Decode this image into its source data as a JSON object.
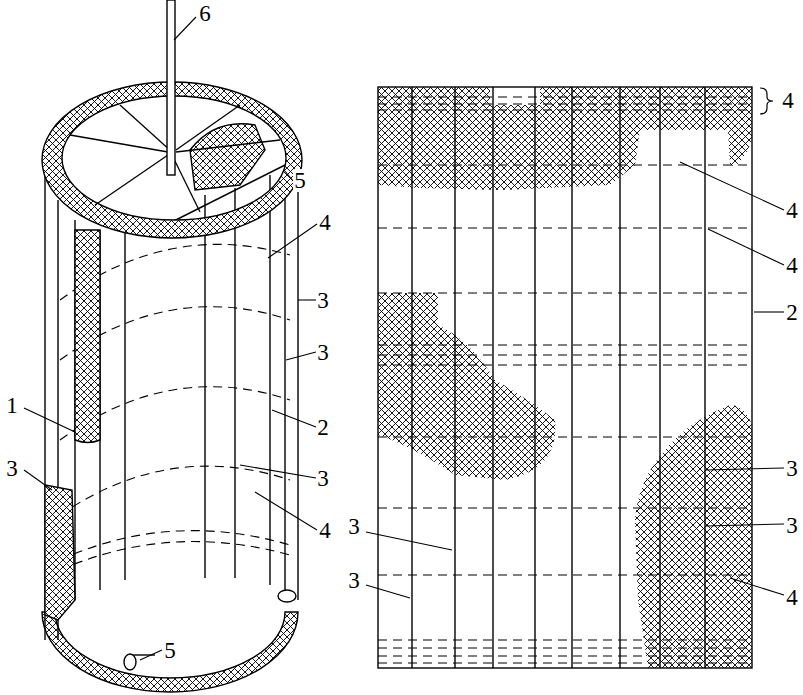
{
  "diagram": {
    "labels": [
      "6",
      "5",
      "4",
      "3",
      "3",
      "2",
      "3",
      "4",
      "1",
      "3",
      "5",
      "4",
      "4",
      "4",
      "2",
      "3",
      "3",
      "3",
      "3",
      "4"
    ]
  }
}
